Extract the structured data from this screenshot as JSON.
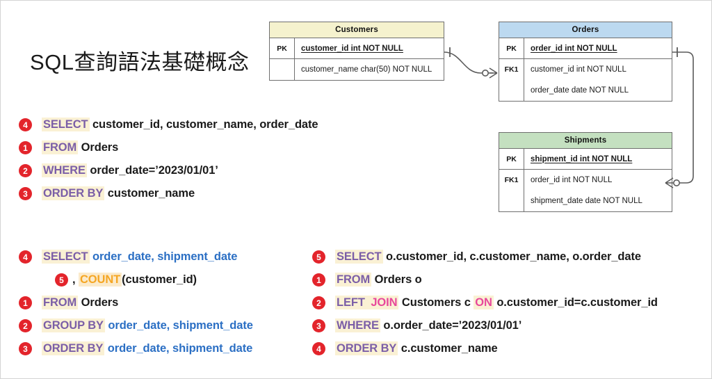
{
  "title": "SQL查詢語法基礎概念",
  "colors": {
    "badge_red": "#e3242b",
    "keyword_purple": "#7b5ea7",
    "keyword_pink": "#e8489b",
    "function_orange": "#f5a623",
    "column_blue": "#2b6fc4",
    "highlight_yellow": "#faf1d4",
    "highlight_orange": "#fbeacb",
    "customers_header": "#f5f2ce",
    "orders_header": "#bcd9f0",
    "shipments_header": "#c4e0c0",
    "table_border": "#6f6f6f",
    "canvas_border": "#d4d4d4"
  },
  "er_tables": [
    {
      "name": "customers",
      "title": "Customers",
      "header_color": "#f5f2ce",
      "rows": [
        {
          "key": "PK",
          "field": "customer_id int NOT NULL",
          "is_pk": true
        },
        {
          "key": "",
          "field": "customer_name char(50) NOT NULL",
          "is_pk": false
        }
      ]
    },
    {
      "name": "orders",
      "title": "Orders",
      "header_color": "#bcd9f0",
      "rows": [
        {
          "key": "PK",
          "field": "order_id int NOT NULL",
          "is_pk": true
        },
        {
          "key": "FK1",
          "field": "customer_id int NOT NULL",
          "is_pk": false
        },
        {
          "key": "",
          "field": "order_date date NOT NULL",
          "is_pk": false
        }
      ]
    },
    {
      "name": "shipments",
      "title": "Shipments",
      "header_color": "#c4e0c0",
      "rows": [
        {
          "key": "PK",
          "field": "shipment_id int NOT NULL",
          "is_pk": true
        },
        {
          "key": "FK1",
          "field": "order_id int NOT NULL",
          "is_pk": false
        },
        {
          "key": "",
          "field": "shipment_date date NOT NULL",
          "is_pk": false
        }
      ]
    }
  ],
  "sql_blocks": [
    {
      "name": "basic-query",
      "lines": [
        {
          "badge": "4",
          "indented": false,
          "tokens": [
            {
              "type": "kw",
              "text": "SELECT"
            },
            {
              "type": "plain",
              "text": " customer_id, customer_name, order_date"
            }
          ]
        },
        {
          "badge": "1",
          "indented": false,
          "tokens": [
            {
              "type": "kw",
              "text": "FROM"
            },
            {
              "type": "plain",
              "text": " Orders"
            }
          ]
        },
        {
          "badge": "2",
          "indented": false,
          "tokens": [
            {
              "type": "kw",
              "text": "WHERE"
            },
            {
              "type": "plain",
              "text": " order_date=’2023/01/01’"
            }
          ]
        },
        {
          "badge": "3",
          "indented": false,
          "tokens": [
            {
              "type": "kw",
              "text": "ORDER BY"
            },
            {
              "type": "plain",
              "text": " customer_name"
            }
          ]
        }
      ]
    },
    {
      "name": "group-by-query",
      "lines": [
        {
          "badge": "4",
          "indented": false,
          "tokens": [
            {
              "type": "kw",
              "text": "SELECT"
            },
            {
              "type": "col",
              "text": " order_date, shipment_date"
            }
          ]
        },
        {
          "badge": "5",
          "indented": true,
          "tokens": [
            {
              "type": "plain",
              "text": ", "
            },
            {
              "type": "fn",
              "text": "COUNT"
            },
            {
              "type": "plain",
              "text": "(customer_id)"
            }
          ]
        },
        {
          "badge": "1",
          "indented": false,
          "tokens": [
            {
              "type": "kw",
              "text": "FROM"
            },
            {
              "type": "plain",
              "text": " Orders"
            }
          ]
        },
        {
          "badge": "2",
          "indented": false,
          "tokens": [
            {
              "type": "kw",
              "text": "GROUP BY"
            },
            {
              "type": "col",
              "text": " order_date, shipment_date"
            }
          ]
        },
        {
          "badge": "3",
          "indented": false,
          "tokens": [
            {
              "type": "kw",
              "text": "ORDER BY"
            },
            {
              "type": "col",
              "text": " order_date, shipment_date"
            }
          ]
        }
      ]
    },
    {
      "name": "join-query",
      "lines": [
        {
          "badge": "5",
          "indented": false,
          "tokens": [
            {
              "type": "kw",
              "text": "SELECT"
            },
            {
              "type": "plain",
              "text": " o.customer_id, c.customer_name, o.order_date"
            }
          ]
        },
        {
          "badge": "1",
          "indented": false,
          "tokens": [
            {
              "type": "kw",
              "text": "FROM"
            },
            {
              "type": "plain",
              "text": " Orders o"
            }
          ]
        },
        {
          "badge": "2",
          "indented": false,
          "tokens": [
            {
              "type": "kw",
              "text": "LEFT "
            },
            {
              "type": "kw-pink",
              "text": "JOIN"
            },
            {
              "type": "plain",
              "text": " Customers c "
            },
            {
              "type": "kw-pink",
              "text": "ON"
            },
            {
              "type": "plain",
              "text": " o.customer_id=c.customer_id"
            }
          ]
        },
        {
          "badge": "3",
          "indented": false,
          "tokens": [
            {
              "type": "kw",
              "text": "WHERE"
            },
            {
              "type": "plain",
              "text": " o.order_date=’2023/01/01’"
            }
          ]
        },
        {
          "badge": "4",
          "indented": false,
          "tokens": [
            {
              "type": "kw",
              "text": "ORDER BY"
            },
            {
              "type": "plain",
              "text": " c.customer_name"
            }
          ]
        }
      ]
    }
  ],
  "relationships": [
    {
      "name": "customers-to-orders",
      "from": "Customers.customer_id",
      "to": "Orders.customer_id",
      "cardinality": "one-to-many"
    },
    {
      "name": "orders-to-shipments",
      "from": "Orders.order_id",
      "to": "Shipments.order_id",
      "cardinality": "one-to-many"
    }
  ]
}
